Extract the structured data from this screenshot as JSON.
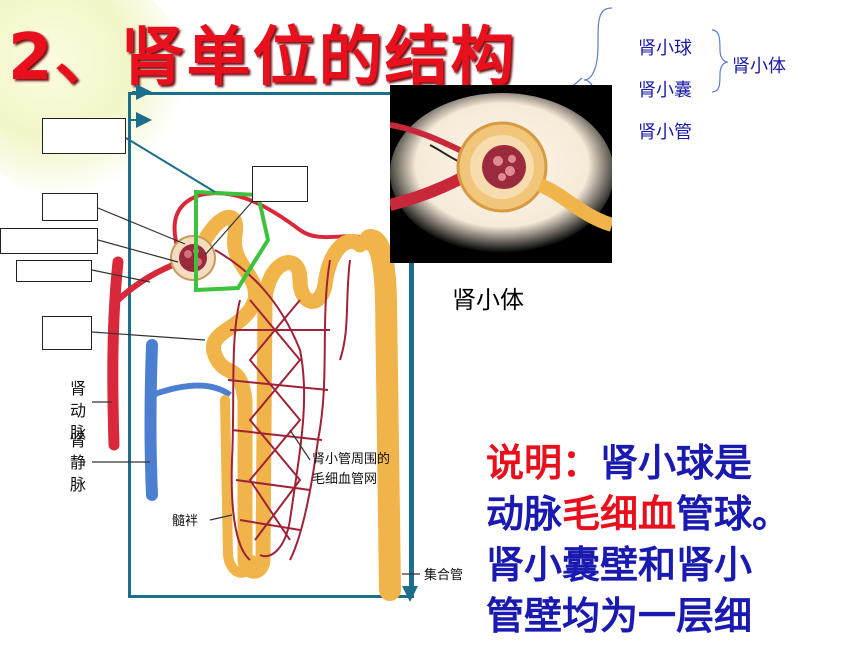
{
  "title": "2、肾单位的结构",
  "inset_caption": "肾小体",
  "structure_tree": {
    "parts": [
      "肾小球",
      "肾小囊",
      "肾小管"
    ],
    "group": "肾小体"
  },
  "labels": {
    "renal_artery": "肾\n动脉",
    "renal_vein": "肾\n静脉",
    "capillary_net": "肾小管周围的\n毛细血管网",
    "loop": "髓袢",
    "collecting_duct": "集合管"
  },
  "note": {
    "prefix": "说明：",
    "line1_rest": "肾小球是",
    "line2_a": "动脉",
    "line2_b": "毛细血",
    "line2_c": "管球。",
    "line3": "肾小囊壁和肾小",
    "line4": "管壁均为一层细"
  },
  "colors": {
    "title": "#e8101c",
    "note_blue": "#1a1ab0",
    "structure_blue": "#1a1aa8",
    "frame": "#1b6f8a",
    "highlight": "#3cc23c",
    "artery": "#d8283a",
    "vein": "#4c7fd0",
    "tubule": "#f0b44a"
  }
}
